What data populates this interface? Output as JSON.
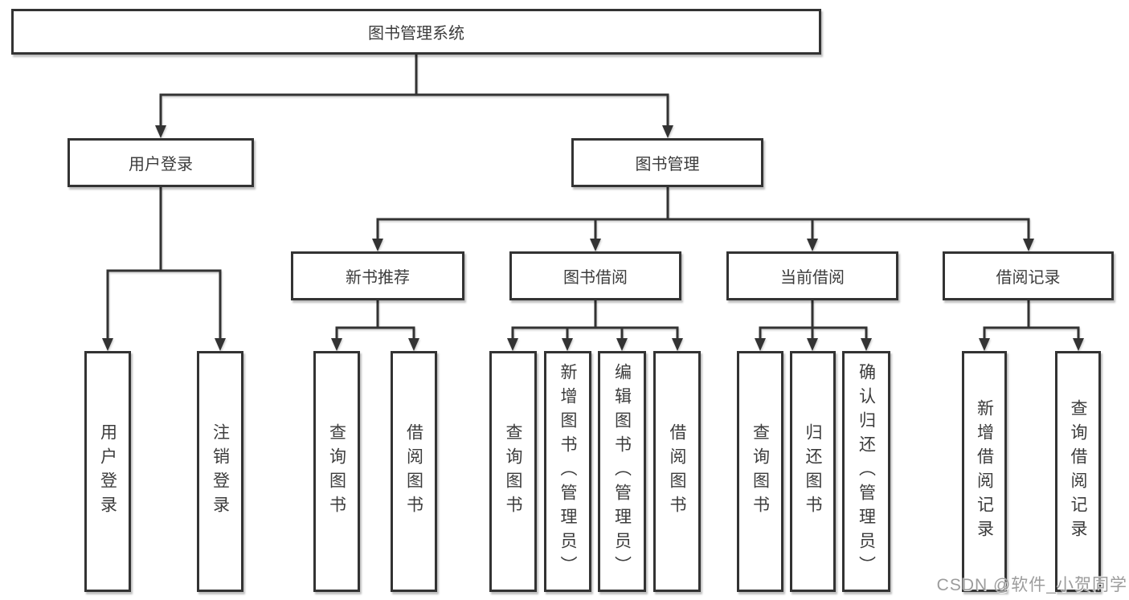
{
  "diagram": {
    "root": {
      "label": "图书管理系统"
    },
    "branches": [
      {
        "label": "用户登录",
        "children": [
          {
            "label": "用户登录"
          },
          {
            "label": "注销登录"
          }
        ]
      },
      {
        "label": "图书管理",
        "children": [
          {
            "label": "新书推荐",
            "children": [
              {
                "label": "查询图书"
              },
              {
                "label": "借阅图书"
              }
            ]
          },
          {
            "label": "图书借阅",
            "children": [
              {
                "label": "查询图书"
              },
              {
                "label": "新增图书（管理员）"
              },
              {
                "label": "编辑图书（管理员）"
              },
              {
                "label": "借阅图书"
              }
            ]
          },
          {
            "label": "当前借阅",
            "children": [
              {
                "label": "查询图书"
              },
              {
                "label": "归还图书"
              },
              {
                "label": "确认归还（管理员）"
              }
            ]
          },
          {
            "label": "借阅记录",
            "children": [
              {
                "label": "新增借阅记录"
              },
              {
                "label": "查询借阅记录"
              }
            ]
          }
        ]
      }
    ]
  },
  "watermark": {
    "text": "CSDN @软件_小贺同学"
  },
  "colors": {
    "line": "#333333",
    "box_border": "#333333",
    "box_fill": "#ffffff",
    "text": "#3c3c3c",
    "watermark": "#9c9c9c"
  }
}
